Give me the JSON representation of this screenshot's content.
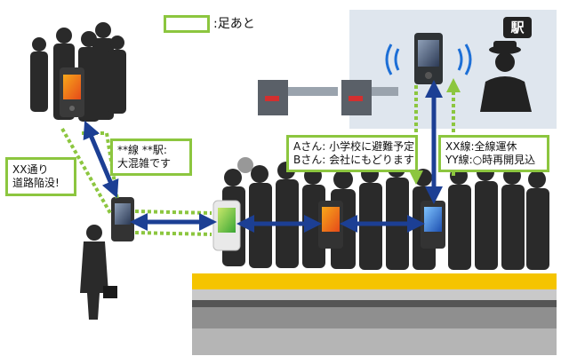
{
  "legend": {
    "label": ":足あと"
  },
  "station": {
    "label": "駅"
  },
  "callouts": {
    "road": {
      "lines": [
        "XX通り",
        "道路陥没!"
      ]
    },
    "congestion": {
      "lines": [
        "**線 **駅:",
        "大混雑です"
      ]
    },
    "people": {
      "lines": [
        "Aさん: 小学校に避難予定",
        "Bさん: 会社にもどります"
      ]
    },
    "operation": {
      "lines": [
        "XX線:全線運休",
        "YY線:○時再開見込"
      ]
    }
  },
  "colors": {
    "footprint_green": "#8cc63f",
    "link_blue": "#1c3f94",
    "station_bg": "#dfe6ee",
    "platform_yellow": "#f5c400",
    "silhouette": "#2a2a2a"
  },
  "icons": [
    "phone-icon",
    "wifi-signal-icon",
    "station-master-icon",
    "ticket-gate-icon",
    "crowd-silhouette-icon",
    "pedestrian-silhouette-icon"
  ]
}
